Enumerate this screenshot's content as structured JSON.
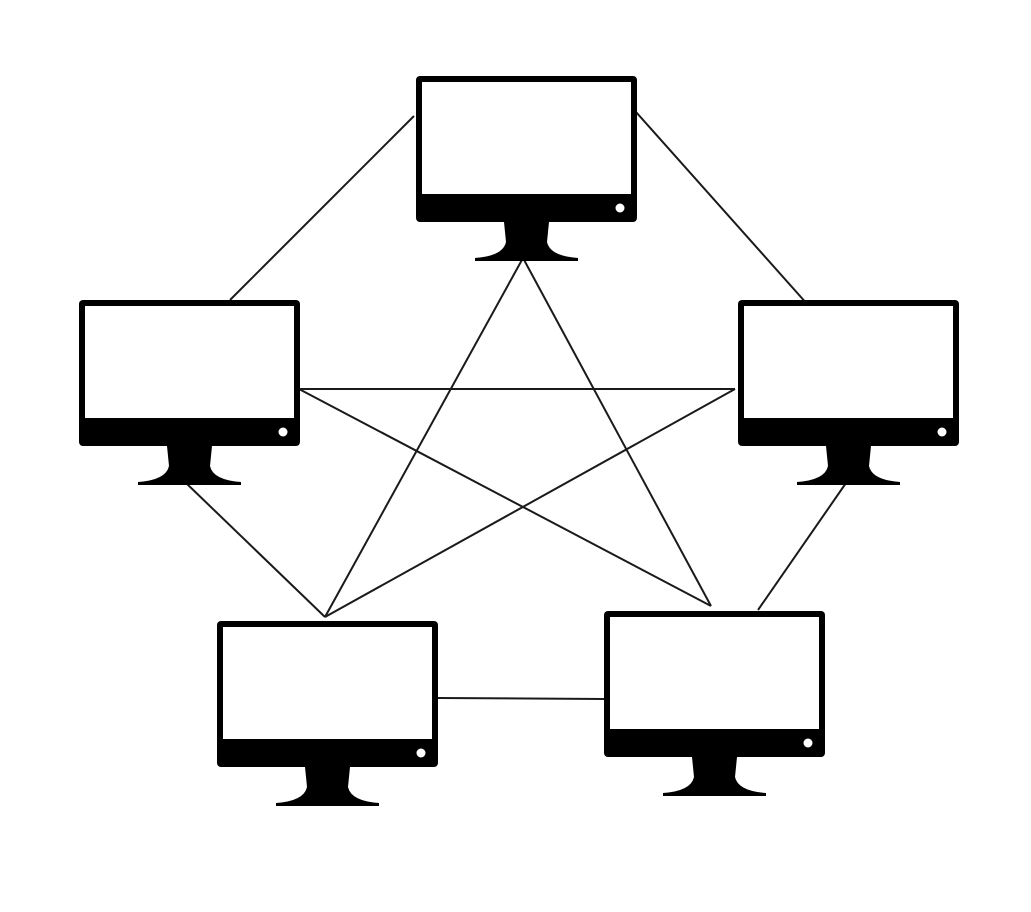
{
  "diagram": {
    "type": "full-mesh-network",
    "background_color": "#ffffff",
    "line_color": "#1a1a1a",
    "monitor_color": "#000000",
    "node_icon": "desktop-monitor-icon",
    "nodes": [
      {
        "id": "top"
      },
      {
        "id": "left"
      },
      {
        "id": "right"
      },
      {
        "id": "bottom-left"
      },
      {
        "id": "bottom-right"
      }
    ],
    "links": [
      {
        "from": "top",
        "to": "left"
      },
      {
        "from": "top",
        "to": "right"
      },
      {
        "from": "top",
        "to": "bottom-left"
      },
      {
        "from": "top",
        "to": "bottom-right"
      },
      {
        "from": "left",
        "to": "right"
      },
      {
        "from": "left",
        "to": "bottom-left"
      },
      {
        "from": "left",
        "to": "bottom-right"
      },
      {
        "from": "right",
        "to": "bottom-left"
      },
      {
        "from": "right",
        "to": "bottom-right"
      },
      {
        "from": "bottom-left",
        "to": "bottom-right"
      }
    ]
  }
}
